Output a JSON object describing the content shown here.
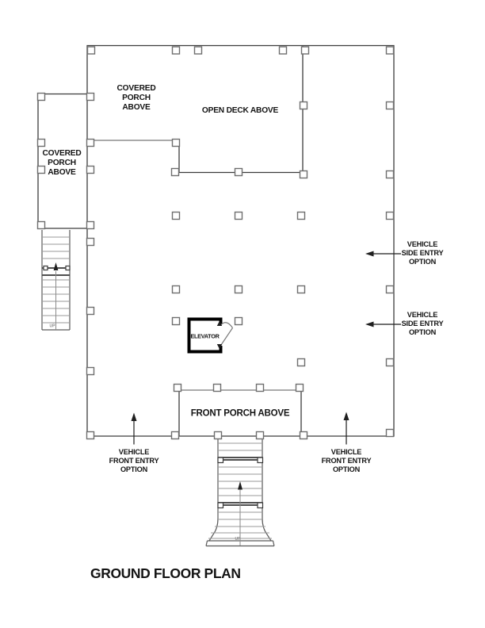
{
  "drawing": {
    "title": "GROUND FLOOR PLAN",
    "areas": {
      "covered_porch_upper": [
        "COVERED",
        "PORCH",
        "ABOVE"
      ],
      "covered_porch_left": [
        "COVERED",
        "PORCH",
        "ABOVE"
      ],
      "open_deck": "OPEN DECK ABOVE",
      "front_porch": "FRONT PORCH ABOVE",
      "elevator": "ELEVATOR"
    },
    "annotations": {
      "side_entry_upper": [
        "VEHICLE",
        "SIDE ENTRY",
        "OPTION"
      ],
      "side_entry_lower": [
        "VEHICLE",
        "SIDE ENTRY",
        "OPTION"
      ],
      "front_entry_left": [
        "VEHICLE",
        "FRONT ENTRY",
        "OPTION"
      ],
      "front_entry_right": [
        "VEHICLE",
        "FRONT ENTRY",
        "OPTION"
      ],
      "stair_up_left": "UP",
      "stair_up_front": "UP"
    },
    "colors": {
      "background": "#ffffff",
      "wall_line": "#3c3c3c",
      "light_line": "#8e8e8e",
      "text": "#141414",
      "elevator_wall": "#000000"
    }
  }
}
